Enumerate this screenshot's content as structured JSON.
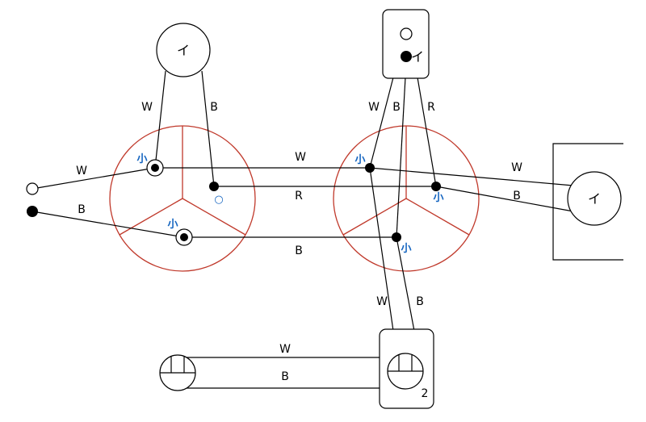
{
  "wire_labels": {
    "lamp_top_w": "W",
    "lamp_top_b": "B",
    "source_w": "W",
    "source_b": "B",
    "link_w": "W",
    "link_r": "R",
    "link_b": "B",
    "sw_w": "W",
    "sw_b": "B",
    "sw_r": "R",
    "right_lamp_w": "W",
    "right_lamp_b": "B",
    "lower_w": "W",
    "lower_b": "B",
    "outlet_w": "W",
    "outlet_b": "B"
  },
  "lamp_symbols": {
    "top_lamp": "イ",
    "switch_box": "イ",
    "right_lamp": "イ"
  },
  "sleeve_marks": {
    "left_small_1": "小",
    "left_small_2": "小",
    "left_circle": "○",
    "right_small_1": "小",
    "right_small_2": "小",
    "right_small_3": "小"
  },
  "outlet_number": "2",
  "colors": {
    "junction_box": "#c0392b",
    "sleeve_mark": "#1565c0",
    "wire": "#000000"
  }
}
